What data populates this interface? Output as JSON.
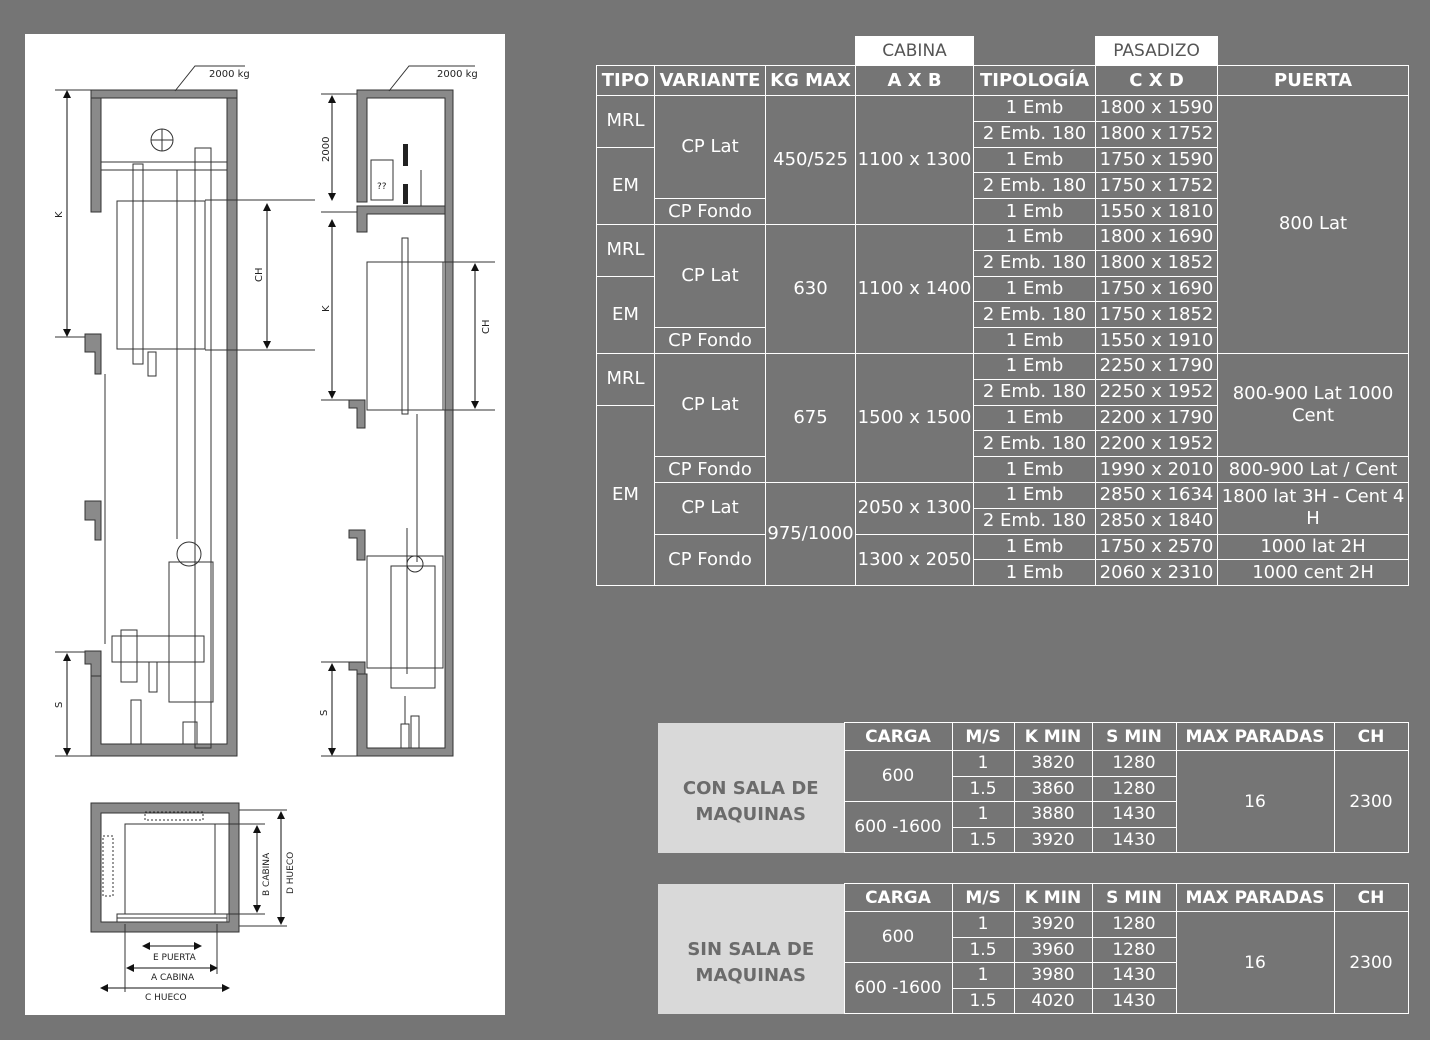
{
  "drawing": {
    "load_label_1": "2000 kg",
    "load_label_2": "2000 kg",
    "dim_k_1": "K",
    "dim_ch_1": "CH",
    "dim_s_1": "S",
    "dim_2000": "2000",
    "dim_k_2": "K",
    "dim_ch_2": "CH",
    "dim_s_2": "S",
    "unknown_1": "??",
    "unknown_2": "??",
    "plan_e_puerta": "E PUERTA",
    "plan_a_cabina": "A CABINA",
    "plan_c_hueco": "C HUECO",
    "plan_b_cabina": "B CABINA",
    "plan_d_hueco": "D HUECO"
  },
  "spec_table": {
    "group_headers": {
      "cabina": "CABINA",
      "pasadizo": "PASADIZO"
    },
    "headers": {
      "tipo": "TIPO",
      "variante": "VARIANTE",
      "kg_max": "KG MAX",
      "axb": "A X B",
      "tipologia": "TIPOLOGÍA",
      "cxd": "C X D",
      "puerta": "PUERTA"
    },
    "tipo": [
      "MRL",
      "EM",
      "MRL",
      "EM",
      "MRL",
      "EM"
    ],
    "variante": [
      "CP Lat",
      "CP Fondo",
      "CP Lat",
      "CP Fondo",
      "CP Lat",
      "CP Fondo",
      "CP Lat",
      "CP Fondo"
    ],
    "kg_max": [
      "450/525",
      "630",
      "675",
      "975/1000"
    ],
    "axb": [
      "1100 x 1300",
      "1100 x 1400",
      "1500 x 1500",
      "2050 x 1300",
      "1300 x 2050"
    ],
    "tipologia": [
      "1 Emb",
      "2 Emb. 180",
      "1 Emb",
      "2 Emb. 180",
      "1 Emb",
      "1 Emb",
      "2 Emb. 180",
      "1 Emb",
      "2 Emb. 180",
      "1 Emb",
      "1 Emb",
      "2 Emb. 180",
      "1 Emb",
      "2 Emb. 180",
      "1 Emb",
      "1 Emb",
      "2 Emb. 180",
      "1 Emb",
      "1 Emb"
    ],
    "cxd": [
      "1800 x 1590",
      "1800 x 1752",
      "1750 x 1590",
      "1750 x 1752",
      "1550 x 1810",
      "1800 x 1690",
      "1800 x 1852",
      "1750 x 1690",
      "1750 x 1852",
      "1550 x 1910",
      "2250 x 1790",
      "2250 x 1952",
      "2200 x 1790",
      "2200 x 1952",
      "1990 x 2010",
      "2850 x 1634",
      "2850 x 1840",
      "1750 x 2570",
      "2060 x 2310"
    ],
    "puerta": [
      "800 Lat",
      "800-900 Lat 1000 Cent",
      "800-900 Lat / Cent",
      "1800 lat 3H - Cent 4 H",
      "1000 lat 2H",
      "1000 cent 2H"
    ]
  },
  "con_sala": {
    "label": "CON SALA DE MAQUINAS",
    "headers": {
      "carga": "CARGA",
      "ms": "M/S",
      "kmin": "K MIN",
      "smin": "S MIN",
      "max": "MAX PARADAS",
      "ch": "CH"
    },
    "carga": [
      "600",
      "600 -1600"
    ],
    "ms": [
      "1",
      "1.5",
      "1",
      "1.5"
    ],
    "kmin": [
      "3820",
      "3860",
      "3880",
      "3920"
    ],
    "smin": [
      "1280",
      "1280",
      "1430",
      "1430"
    ],
    "max_paradas": "16",
    "ch": "2300"
  },
  "sin_sala": {
    "label": "SIN SALA DE MAQUINAS",
    "headers": {
      "carga": "CARGA",
      "ms": "M/S",
      "kmin": "K MIN",
      "smin": "S MIN",
      "max": "MAX PARADAS",
      "ch": "CH"
    },
    "carga": [
      "600",
      "600 -1600"
    ],
    "ms": [
      "1",
      "1.5",
      "1",
      "1.5"
    ],
    "kmin": [
      "3920",
      "3960",
      "3980",
      "4020"
    ],
    "smin": [
      "1280",
      "1280",
      "1430",
      "1430"
    ],
    "max_paradas": "16",
    "ch": "2300"
  }
}
